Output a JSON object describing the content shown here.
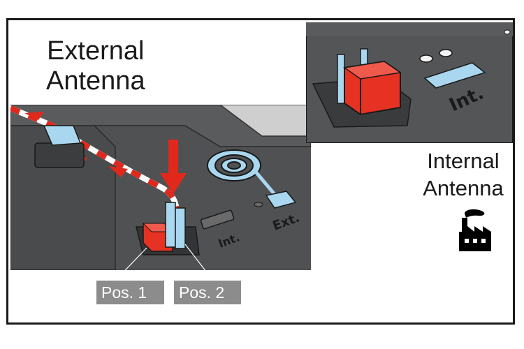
{
  "external_label": {
    "line1": "External",
    "line2": "Antenna"
  },
  "internal_label": {
    "line1": "Internal",
    "line2": "Antenna"
  },
  "main_panel": {
    "ext_marking": "Ext.",
    "int_marking": "Int."
  },
  "inset_panel": {
    "int_marking": "Int."
  },
  "positions": {
    "pos1": "Pos. 1",
    "pos2": "Pos. 2"
  },
  "icons": {
    "factory": "factory-icon",
    "arrow": "arrow-down-icon"
  },
  "colors": {
    "board": "#4a4b4d",
    "jumper_red": "#e53222",
    "connector_blue": "#a9d7ef",
    "arrow_red": "#e0281c",
    "label_bg": "#8c8c8c"
  }
}
